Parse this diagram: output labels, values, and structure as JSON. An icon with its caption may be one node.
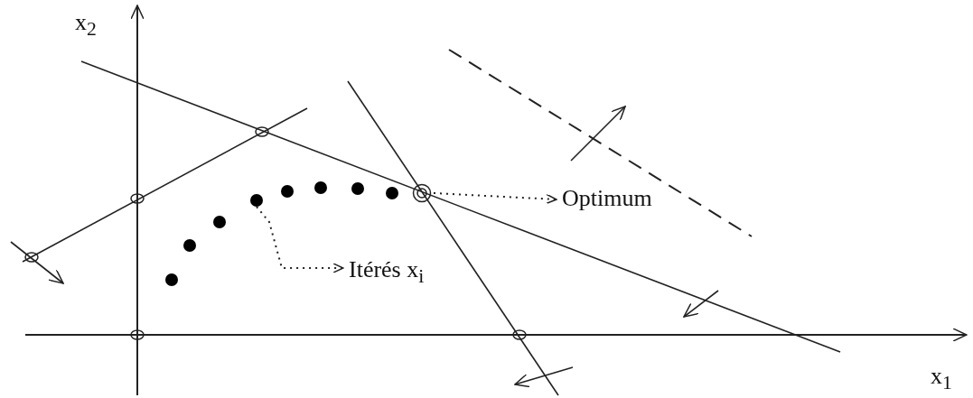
{
  "diagram": {
    "nodes": [
      {
        "text": [
          "Optimum"
        ]
      },
      {
        "text": [
          "Itérés x$_{i}$"
        ]
      },
      {
        "text": [],
        "shape": "circle"
      },
      {
        "text": [],
        "shape": "dot"
      }
    ],
    "edges": [
      {
        "from": 2,
        "to": 0,
        "arrow": "to",
        "style": "dashed"
      },
      {
        "from": 3,
        "to": 1,
        "arrow": "to",
        "style": "dashed"
      }
    ],
    "labels": [
      "x$_{2}$",
      "x$_{1}$"
    ]
  }
}
